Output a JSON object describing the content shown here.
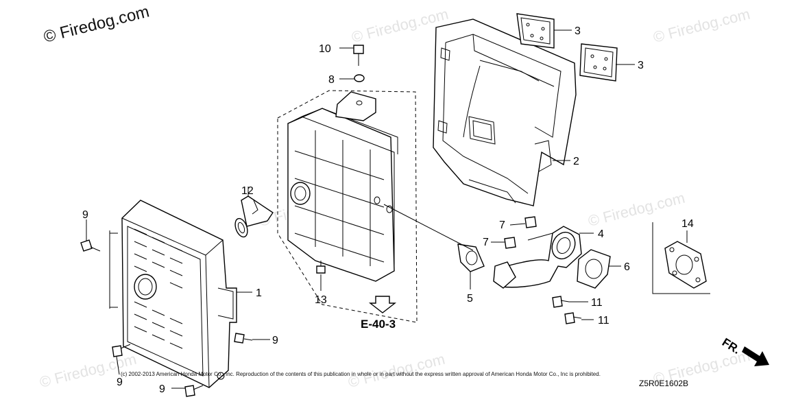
{
  "watermark": {
    "logo": "© Firedog.com",
    "tiles": [
      "© Firedog.com",
      "© Firedog.com",
      "© Firedog.com",
      "© Firedog.com",
      "© Firedog.com",
      "© Firedog.com",
      "© Firedog.com"
    ]
  },
  "callouts": {
    "c1": "1",
    "c2": "2",
    "c3a": "3",
    "c3b": "3",
    "c4": "4",
    "c5": "5",
    "c6": "6",
    "c7a": "7",
    "c7b": "7",
    "c8": "8",
    "c9a": "9",
    "c9b": "9",
    "c9c": "9",
    "c9d": "9",
    "c10": "10",
    "c11a": "11",
    "c11b": "11",
    "c12": "12",
    "c13": "13",
    "c14": "14"
  },
  "reference": "E-40-3",
  "direction_label": "FR.",
  "copyright": "(c) 2002-2013 American Honda Motor Co., Inc. Reproduction of the contents of this publication in whole or in part without the express written approval of American Honda Motor Co., Inc is prohibited.",
  "diagram_code": "Z5R0E1602B"
}
